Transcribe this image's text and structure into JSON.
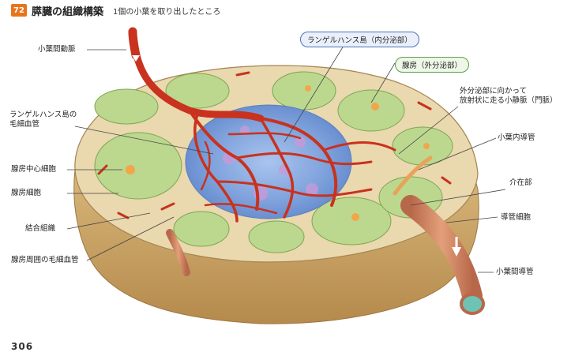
{
  "header": {
    "chapter_number": "72",
    "title": "膵臓の組織構築",
    "subtitle": "1個の小葉を取り出したところ"
  },
  "labels": {
    "interlobular_artery": "小葉間動脈",
    "islet_capillary": "ランゲルハンス島の\n毛細血管",
    "centroacinar_cell": "腺房中心細胞",
    "acinar_cell": "腺房細胞",
    "connective_tissue": "結合組織",
    "periacinar_capillary": "腺房周囲の毛細血管",
    "islet": "ランゲルハンス島（内分泌部）",
    "acinus": "腺房（外分泌部）",
    "venule": "外分泌部に向かって\n放射状に走る小静脈（門脈）",
    "intralobular_duct": "小葉内導管",
    "intercalated_duct": "介在部",
    "duct_cell": "導管細胞",
    "interlobular_duct": "小葉間導管"
  },
  "page_number": "306",
  "colors": {
    "badge": "#e8751a",
    "tissue": "#e9d7ac",
    "acinus": "#bcd88f",
    "islet": "#8fb0e0",
    "artery": "#c8321e",
    "duct": "#d98a5a"
  }
}
